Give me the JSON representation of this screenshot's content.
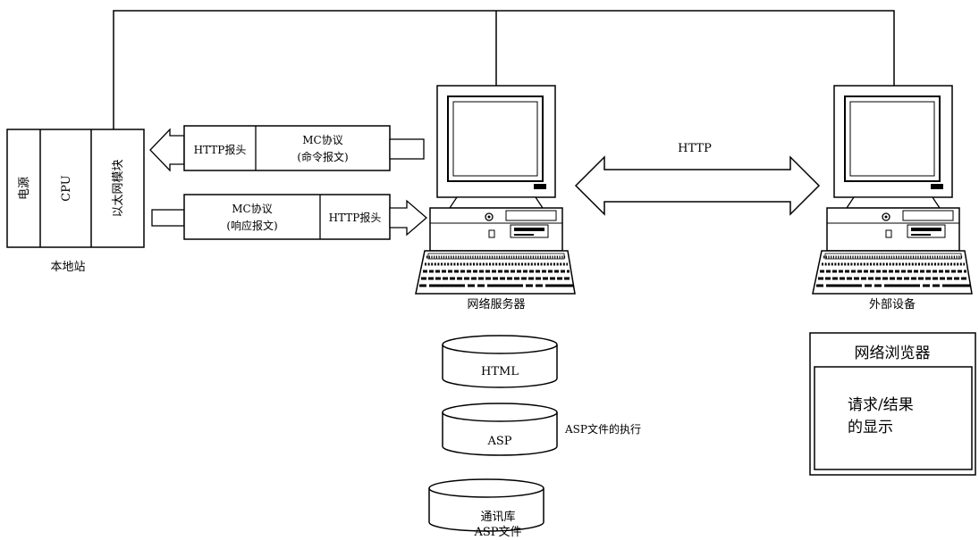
{
  "local_station": {
    "label": "本地站",
    "modules": {
      "power": "电源",
      "cpu": "CPU",
      "ethernet": "以太网模块"
    }
  },
  "request_message": {
    "header": "HTTP报头",
    "body_line1": "MC协议",
    "body_line2": "(命令报文)"
  },
  "response_message": {
    "body_line1": "MC协议",
    "body_line2": "(响应报文)",
    "header": "HTTP报头"
  },
  "web_server": {
    "label": "网络服务器"
  },
  "external_device": {
    "label": "外部设备"
  },
  "link": {
    "protocol": "HTTP"
  },
  "storage": {
    "html": "HTML",
    "asp": "ASP",
    "asp_note": "ASP文件的执行",
    "comm_lib_line1": "通讯库",
    "comm_lib_line2": "ASP文件"
  },
  "browser": {
    "title": "网络浏览器",
    "content_line1": "请求/结果",
    "content_line2": "的显示"
  }
}
